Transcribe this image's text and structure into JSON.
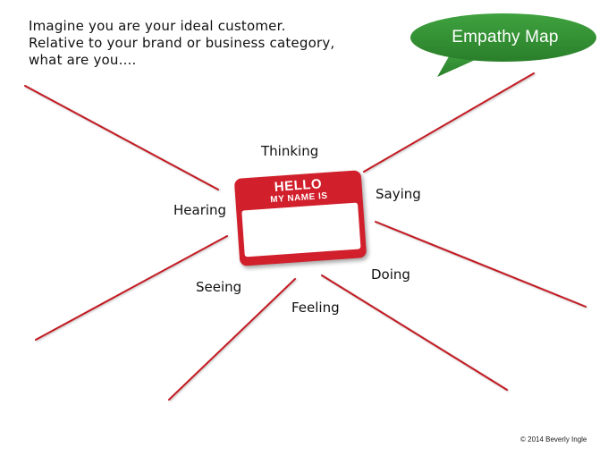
{
  "intro": {
    "line1": "Imagine you are your ideal customer.",
    "line2": "Relative to your brand or business category,",
    "line3": "what are you...."
  },
  "bubble": {
    "label": "Empathy Map",
    "color": "#2f8f2f"
  },
  "name_tag": {
    "hello": "HELLO",
    "my_name_is": "MY NAME IS",
    "color": "#d11f2b"
  },
  "dimensions": {
    "thinking": "Thinking",
    "saying": "Saying",
    "hearing": "Hearing",
    "seeing": "Seeing",
    "feeling": "Feeling",
    "doing": "Doing"
  },
  "line_color": "#c41a22",
  "copyright": "© 2014 Beverly Ingle"
}
